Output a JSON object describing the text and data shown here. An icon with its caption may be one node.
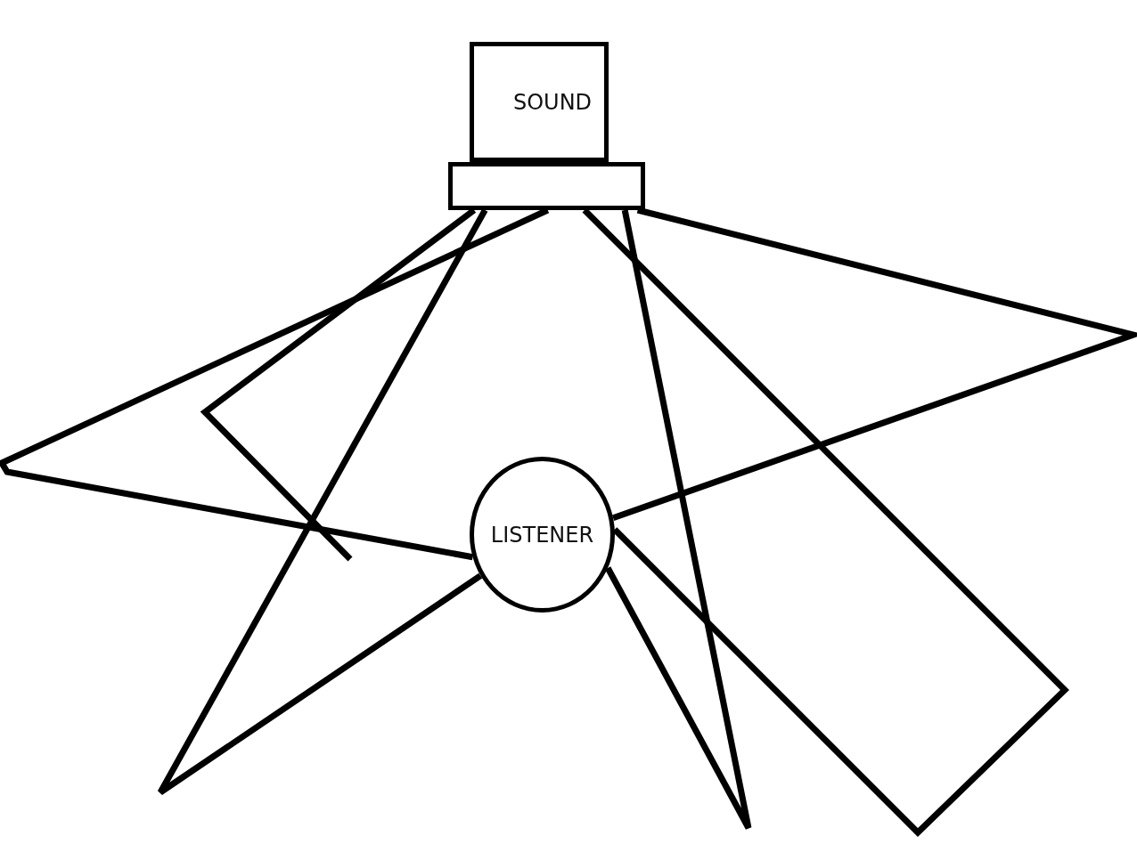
{
  "diagram": {
    "nodes": [
      {
        "text": [
          "SOUND"
        ]
      },
      {
        "text": [],
        "shape": "bar"
      },
      {
        "text": [
          "LISTENER"
        ]
      }
    ],
    "edges": [
      {
        "from": 1,
        "to": 2,
        "arrow": "none"
      },
      {
        "from": 1,
        "to": null,
        "arrow": "none"
      },
      {
        "from": 1,
        "to": 2,
        "arrow": "none"
      },
      {
        "from": 1,
        "to": 2,
        "arrow": "none"
      },
      {
        "from": 1,
        "to": 2,
        "arrow": "none"
      },
      {
        "from": 1,
        "to": 2,
        "arrow": "none"
      }
    ]
  }
}
